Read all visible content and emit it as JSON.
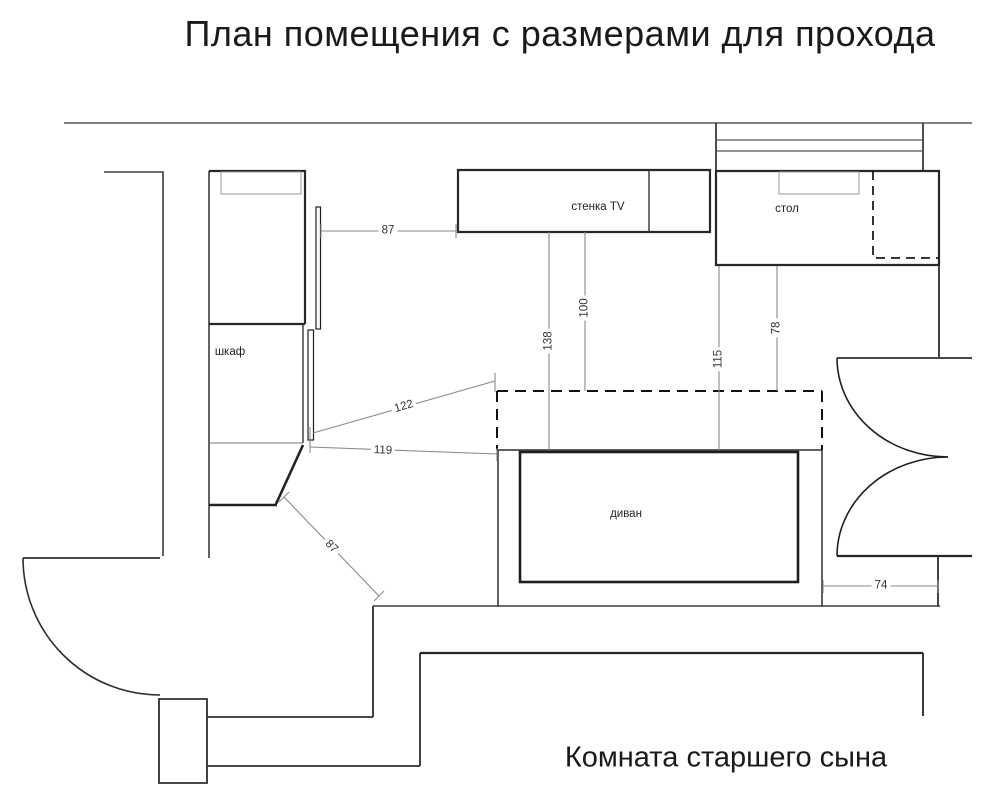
{
  "title": "План помещения с размерами для прохода",
  "room_label": "Комната старшего сына",
  "furniture": {
    "wardrobe": "шкаф",
    "tv_unit": "стенка TV",
    "desk": "стол",
    "sofa": "диван"
  },
  "dimensions": {
    "wardrobe_tv_gap": "87",
    "tv_passage": "100",
    "tv_sofa": "138",
    "desk_sofa": "115",
    "desk_passage": "78",
    "wardrobe_passage": "122",
    "wardrobe_sofa": "119",
    "wardrobe_wall": "87",
    "sofa_wall": "74"
  }
}
